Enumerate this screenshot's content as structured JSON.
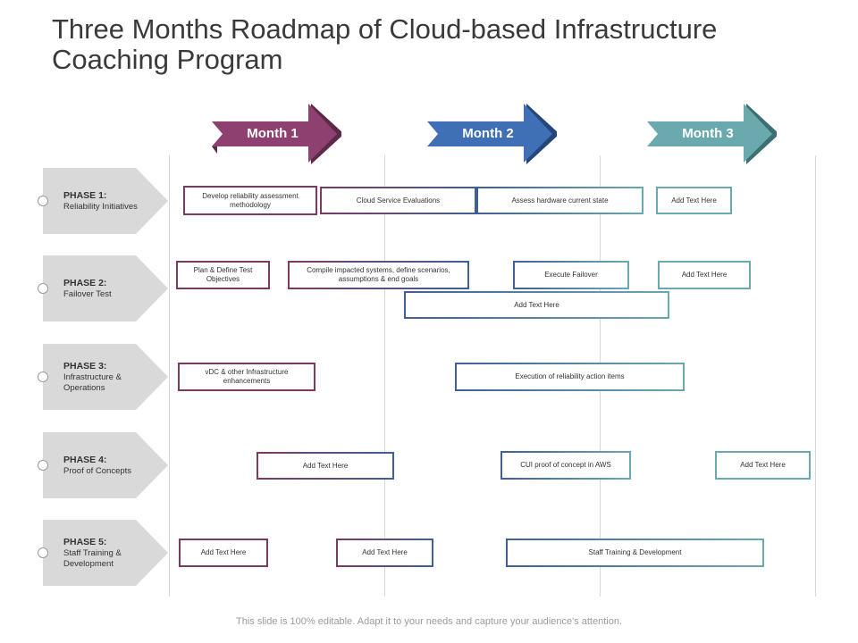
{
  "title": {
    "line1": "Three Months Roadmap of Cloud-based Infrastructure",
    "line2": "Coaching Program"
  },
  "colors": {
    "month1": "#8e4070",
    "month2": "#3f6fb5",
    "month3": "#6aa9ad",
    "phase_fill": "#d9d9d9"
  },
  "months": [
    {
      "label": "Month 1"
    },
    {
      "label": "Month 2"
    },
    {
      "label": "Month 3"
    }
  ],
  "phases": [
    {
      "title": "PHASE 1:",
      "desc": "Reliability Initiatives"
    },
    {
      "title": "PHASE 2:",
      "desc": "Failover Test"
    },
    {
      "title": "PHASE 3:",
      "desc": "Infrastructure & Operations"
    },
    {
      "title": "PHASE 4:",
      "desc": "Proof of Concepts"
    },
    {
      "title": "PHASE 5:",
      "desc": "Staff Training & Development"
    }
  ],
  "tasks": [
    {
      "text": "Develop reliability assessment methodology"
    },
    {
      "text": "Cloud Service Evaluations"
    },
    {
      "text": "Assess hardware current state"
    },
    {
      "text": "Add Text Here"
    },
    {
      "text": "Plan & Define Test Objectives"
    },
    {
      "text": "Compile impacted systems, define scenarios, assumptions & end goals"
    },
    {
      "text": "Execute Failover"
    },
    {
      "text": "Add Text Here"
    },
    {
      "text": "Add Text Here"
    },
    {
      "text": "vDC & other Infrastructure enhancements"
    },
    {
      "text": "Execution of reliability action items"
    },
    {
      "text": "Add Text Here"
    },
    {
      "text": "CUI proof of concept in AWS"
    },
    {
      "text": "Add Text Here"
    },
    {
      "text": "Add Text Here"
    },
    {
      "text": "Add Text Here"
    },
    {
      "text": "Staff Training & Development"
    }
  ],
  "footer": "This slide is 100% editable. Adapt it to your needs and capture your audience's attention."
}
